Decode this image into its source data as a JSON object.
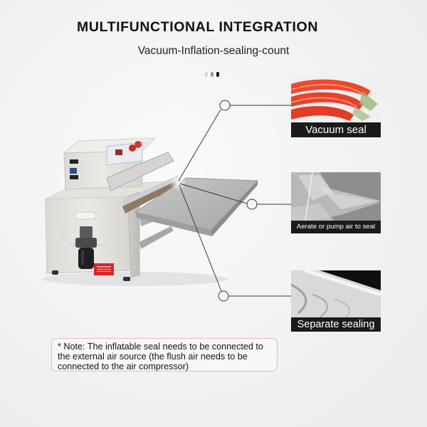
{
  "header": {
    "title": "MULTIFUNCTIONAL INTEGRATION",
    "subtitle": "Vacuum-Inflation-sealing-count"
  },
  "pagination_dots": [
    {
      "color": "#d8d8d8",
      "active": false
    },
    {
      "color": "#9a9a9a",
      "active": false
    },
    {
      "color": "#111111",
      "active": true
    }
  ],
  "product": {
    "name": "vacuum-inflation-sealing-machine",
    "body_color": "#e8e6e1",
    "tray_color": "#b9b9b9",
    "warning_label_color": "#d8262a"
  },
  "features": [
    {
      "label": "Vacuum seal",
      "image": "vacuum-sealed-carrots"
    },
    {
      "label": "Aerate or pump air to seal",
      "image": "inflated-plastic-bag"
    },
    {
      "label": "Separate sealing",
      "image": "foil-bag-seal"
    }
  ],
  "callouts": [
    {
      "circle": [
        316,
        148
      ]
    },
    {
      "circle": [
        354,
        287
      ]
    },
    {
      "circle": [
        314,
        416
      ]
    }
  ],
  "note": {
    "text": "* Note: The inflatable seal needs to be connected to the external air source (the flush air needs to be connected to the air compressor)",
    "border_color": "#e8b9bd"
  },
  "colors": {
    "label_bg": "#1b1b1b",
    "label_text": "#ffffff",
    "title_text": "#111111",
    "callout_line": "#3a3a3a"
  }
}
